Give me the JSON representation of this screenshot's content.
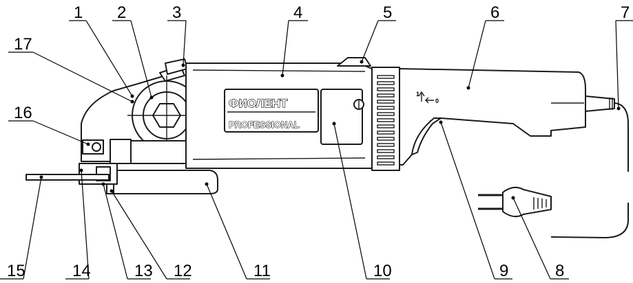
{
  "drawing": {
    "brand_text": "ФИОЛЕНТ",
    "series_text": "PROFESSIONAL",
    "switch_mark": "1",
    "switch_mark_off": "0",
    "labels": [
      "1",
      "2",
      "3",
      "4",
      "5",
      "6",
      "7",
      "8",
      "9",
      "10",
      "11",
      "12",
      "13",
      "14",
      "15",
      "16",
      "17"
    ]
  }
}
